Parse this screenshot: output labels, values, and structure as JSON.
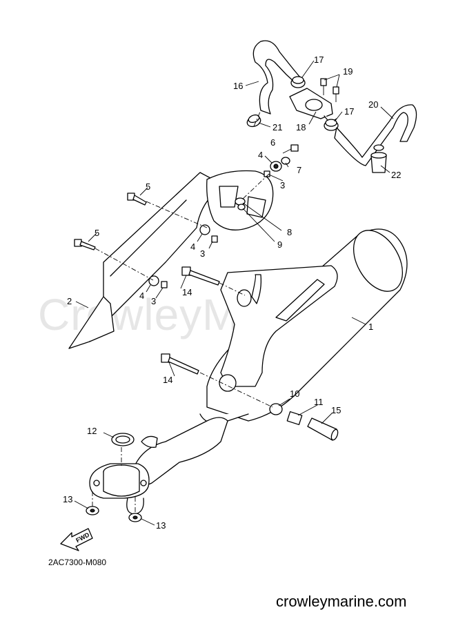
{
  "watermark": "CrowleyMarine",
  "diagram_code": "2AC7300-M080",
  "footer_url": "crowleymarine.com",
  "fwd_label": "FWD",
  "callouts": [
    {
      "id": "c1",
      "text": "1"
    },
    {
      "id": "c2",
      "text": "2"
    },
    {
      "id": "c3a",
      "text": "3"
    },
    {
      "id": "c3b",
      "text": "3"
    },
    {
      "id": "c3c",
      "text": "3"
    },
    {
      "id": "c4a",
      "text": "4"
    },
    {
      "id": "c4b",
      "text": "4"
    },
    {
      "id": "c4c",
      "text": "4"
    },
    {
      "id": "c5a",
      "text": "5"
    },
    {
      "id": "c5b",
      "text": "5"
    },
    {
      "id": "c6",
      "text": "6"
    },
    {
      "id": "c7",
      "text": "7"
    },
    {
      "id": "c8",
      "text": "8"
    },
    {
      "id": "c9",
      "text": "9"
    },
    {
      "id": "c10",
      "text": "10"
    },
    {
      "id": "c11",
      "text": "11"
    },
    {
      "id": "c12",
      "text": "12"
    },
    {
      "id": "c13a",
      "text": "13"
    },
    {
      "id": "c13b",
      "text": "13"
    },
    {
      "id": "c14a",
      "text": "14"
    },
    {
      "id": "c14b",
      "text": "14"
    },
    {
      "id": "c15",
      "text": "15"
    },
    {
      "id": "c16",
      "text": "16"
    },
    {
      "id": "c17a",
      "text": "17"
    },
    {
      "id": "c17b",
      "text": "17"
    },
    {
      "id": "c18",
      "text": "18"
    },
    {
      "id": "c19",
      "text": "19"
    },
    {
      "id": "c20",
      "text": "20"
    },
    {
      "id": "c21",
      "text": "21"
    },
    {
      "id": "c22",
      "text": "22"
    }
  ]
}
